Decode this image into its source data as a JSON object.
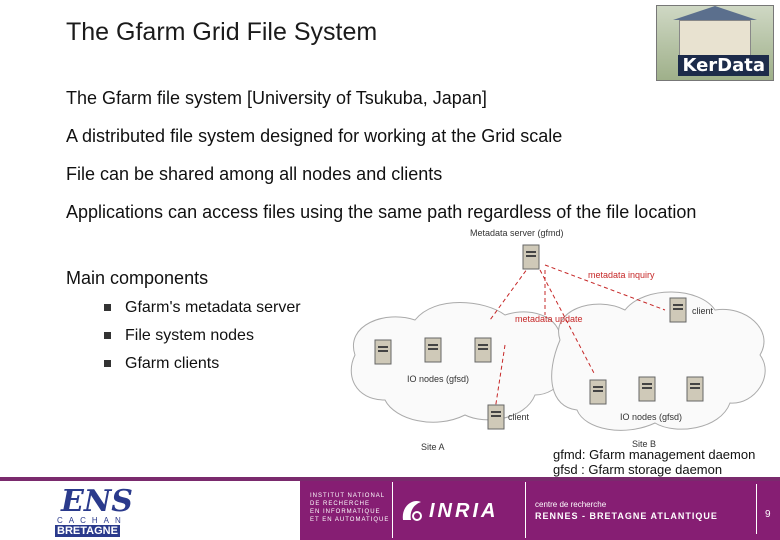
{
  "slide": {
    "title": "The Gfarm Grid File System",
    "bullets": [
      "The Gfarm file system [University of Tsukuba, Japan]",
      "A distributed file system designed for working at the Grid scale",
      "File can be shared among all nodes and clients",
      "Applications can access files using the same path regardless of the file location",
      "Main components"
    ],
    "sub_bullets": [
      "Gfarm's metadata server",
      "File system nodes",
      "Gfarm clients"
    ],
    "caption_line1": "gfmd: Gfarm management daemon",
    "caption_line2": "gfsd : Gfarm storage daemon"
  },
  "logo": {
    "text": "KerData"
  },
  "diagram": {
    "metadata_server": "Metadata server (gfmd)",
    "metadata_inquiry": "metadata inquiry",
    "metadata_update": "metadata update",
    "client_top": "client",
    "client_bottom": "client",
    "io_nodes_a": "IO nodes (gfsd)",
    "io_nodes_b": "IO nodes (gfsd)",
    "site_a": "Site A",
    "site_b": "Site B"
  },
  "footer": {
    "ens_main": "ENS",
    "ens_city": "CACHAN",
    "ens_region": "BRETAGNE",
    "institute_line1": "INSTITUT NATIONAL",
    "institute_line2": "DE RECHERCHE",
    "institute_line3": "EN INFORMATIQUE",
    "institute_line4": "ET EN AUTOMATIQUE",
    "inria": "INRIA",
    "centre": "centre de recherche",
    "rennes": "RENNES - BRETAGNE ATLANTIQUE",
    "page_number": "9"
  },
  "colors": {
    "footer_purple": "#861e73",
    "arrow_red": "#c62828",
    "ens_blue": "#2a3a8c"
  }
}
